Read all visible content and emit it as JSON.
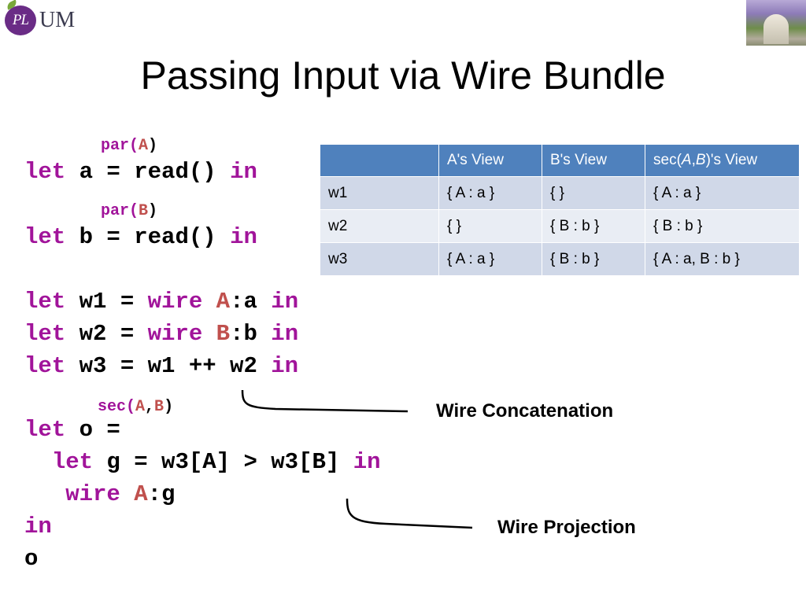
{
  "logo": {
    "badge_text": "PL",
    "text": "UM"
  },
  "title": "Passing Input via Wire Bundle",
  "annotations": {
    "par_a": {
      "prefix": "par(",
      "principal": "A",
      "suffix": ")"
    },
    "par_b": {
      "prefix": "par(",
      "principal": "B",
      "suffix": ")"
    },
    "sec_ab": {
      "prefix": "sec(",
      "p1": "A",
      "comma": ",",
      "p2": "B",
      "suffix": ")"
    }
  },
  "code": {
    "l1": {
      "kw1": "let",
      "rest": " a = read() ",
      "kw2": "in"
    },
    "l2": {
      "kw1": "let",
      "rest": " b = read() ",
      "kw2": "in"
    },
    "l3": {
      "kw1": "let",
      "mid": " w1 = ",
      "kw2": "wire",
      "sp": " ",
      "pr": "A",
      "rest": ":a ",
      "kw3": "in"
    },
    "l4": {
      "kw1": "let",
      "mid": " w2 = ",
      "kw2": "wire",
      "sp": " ",
      "pr": "B",
      "rest": ":b ",
      "kw3": "in"
    },
    "l5": {
      "kw1": "let",
      "rest": " w3 = w1 ++ w2 ",
      "kw2": "in"
    },
    "l6": {
      "kw1": "let",
      "rest": " o ="
    },
    "l7": {
      "indent": "  ",
      "kw1": "let",
      "rest": " g = w3[A] > w3[B] ",
      "kw2": "in"
    },
    "l8": {
      "indent": "   ",
      "kw1": "wire",
      "sp": " ",
      "pr": "A",
      "rest": ":g"
    },
    "l9": {
      "kw1": "in"
    },
    "l10": {
      "rest": "o"
    }
  },
  "table": {
    "headers": [
      "",
      "A's View",
      "B's View",
      "sec(A,B)'s View"
    ],
    "header_sec": {
      "pre": "sec(",
      "italic": "A",
      "mid": ",",
      "italic2": "B",
      "post": ")'s View"
    },
    "rows": [
      [
        "w1",
        "{ A : a }",
        "{ }",
        "{ A : a }"
      ],
      [
        "w2",
        "{ }",
        "{ B : b }",
        "{ B : b }"
      ],
      [
        "w3",
        "{ A : a }",
        "{ B : b }",
        "{ A : a, B : b }"
      ]
    ]
  },
  "labels": {
    "concat": "Wire Concatenation",
    "projection": "Wire Projection"
  },
  "colors": {
    "keyword": "#a1149a",
    "principal": "#c0504d",
    "header_bg": "#4f81bd",
    "row_odd": "#d0d8e8",
    "row_even": "#e9edf4"
  }
}
